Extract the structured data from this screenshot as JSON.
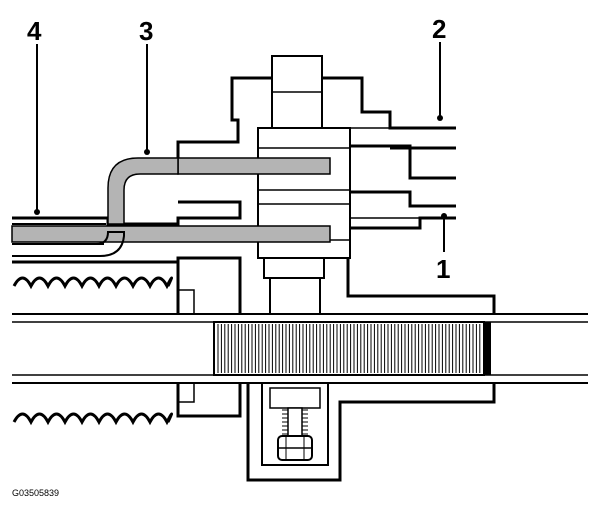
{
  "callouts": [
    "1",
    "2",
    "3",
    "4"
  ],
  "figure_id": "G03505839",
  "colors": {
    "line": "#000000",
    "tube": "#b4b4b4",
    "background": "#ffffff"
  }
}
